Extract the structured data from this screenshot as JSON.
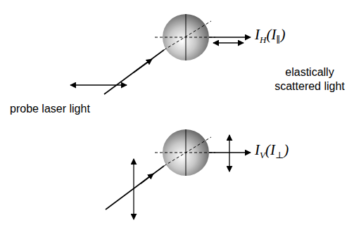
{
  "diagram": {
    "labels": [
      "I",
      "H",
      "(I",
      "∥",
      ")",
      "elastically scattered light",
      "probe laser light",
      "I",
      "V",
      "(I",
      "⊥",
      ")"
    ]
  }
}
